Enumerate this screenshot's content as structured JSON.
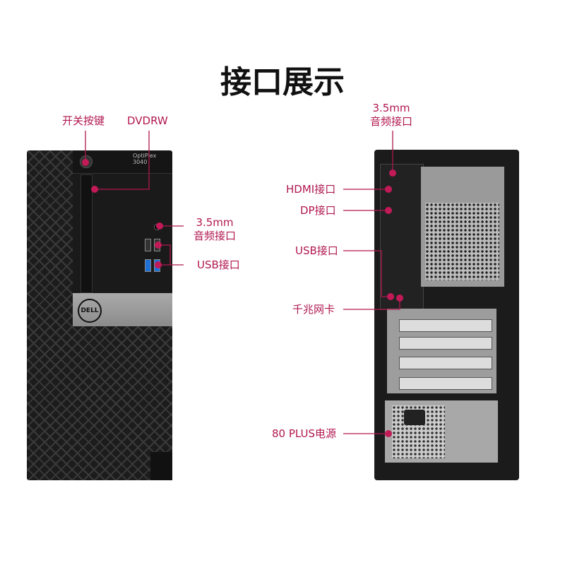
{
  "title": "接口展示",
  "front": {
    "model": "OptiPlex 3040",
    "brand": "DELL",
    "labels": {
      "power": "开关按键",
      "dvd": "DVDRW",
      "audio_line1": "3.5mm",
      "audio_line2": "音频接口",
      "usb": "USB接口"
    }
  },
  "rear": {
    "labels": {
      "audio_line1": "3.5mm",
      "audio_line2": "音频接口",
      "hdmi": "HDMI接口",
      "dp": "DP接口",
      "usb": "USB接口",
      "lan": "千兆网卡",
      "psu": "80 PLUS电源"
    }
  },
  "colors": {
    "accent": "#b0174f"
  }
}
